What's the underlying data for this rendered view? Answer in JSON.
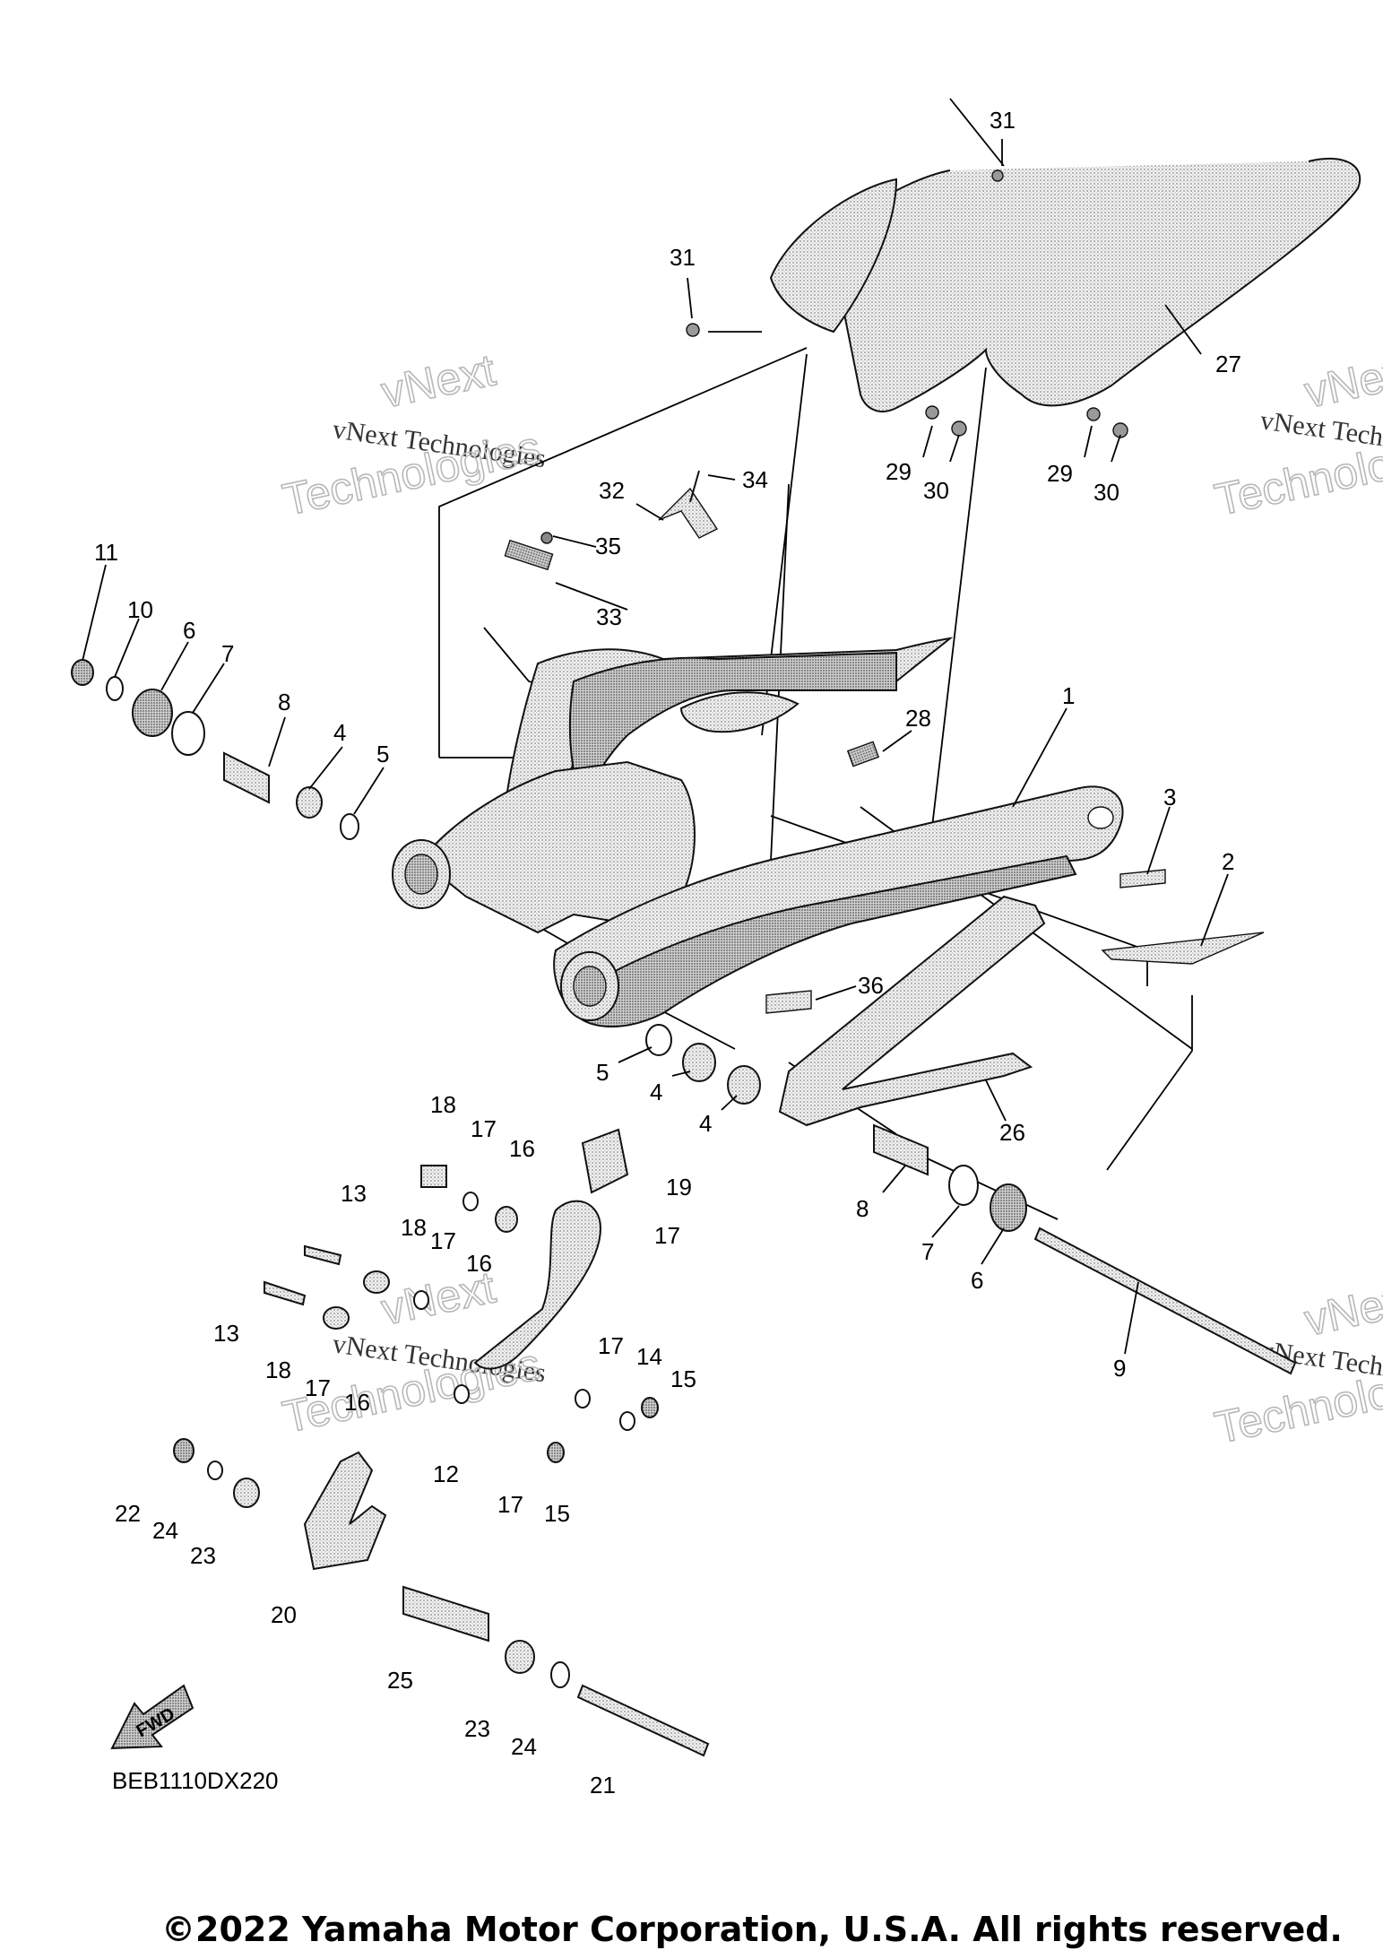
{
  "diagram": {
    "drawing_code": "BEB1110DX220",
    "direction_label": "FWD",
    "copyright": "©2022 Yamaha Motor Corporation, U.S.A. All rights reserved.",
    "watermark": {
      "line1": "vNext Technologies",
      "line2a": "vNext",
      "line2b": "Technologies"
    },
    "callouts": [
      {
        "id": "c1",
        "label": "1"
      },
      {
        "id": "c2",
        "label": "2"
      },
      {
        "id": "c3",
        "label": "3"
      },
      {
        "id": "c4a",
        "label": "4"
      },
      {
        "id": "c4b",
        "label": "4"
      },
      {
        "id": "c4c",
        "label": "4"
      },
      {
        "id": "c5a",
        "label": "5"
      },
      {
        "id": "c5b",
        "label": "5"
      },
      {
        "id": "c6a",
        "label": "6"
      },
      {
        "id": "c6b",
        "label": "6"
      },
      {
        "id": "c7a",
        "label": "7"
      },
      {
        "id": "c7b",
        "label": "7"
      },
      {
        "id": "c8a",
        "label": "8"
      },
      {
        "id": "c8b",
        "label": "8"
      },
      {
        "id": "c9",
        "label": "9"
      },
      {
        "id": "c10",
        "label": "10"
      },
      {
        "id": "c11",
        "label": "11"
      },
      {
        "id": "c12",
        "label": "12"
      },
      {
        "id": "c13a",
        "label": "13"
      },
      {
        "id": "c13b",
        "label": "13"
      },
      {
        "id": "c14",
        "label": "14"
      },
      {
        "id": "c15a",
        "label": "15"
      },
      {
        "id": "c15b",
        "label": "15"
      },
      {
        "id": "c16a",
        "label": "16"
      },
      {
        "id": "c16b",
        "label": "16"
      },
      {
        "id": "c16c",
        "label": "16"
      },
      {
        "id": "c17a",
        "label": "17"
      },
      {
        "id": "c17b",
        "label": "17"
      },
      {
        "id": "c17c",
        "label": "17"
      },
      {
        "id": "c17d",
        "label": "17"
      },
      {
        "id": "c17e",
        "label": "17"
      },
      {
        "id": "c17f",
        "label": "17"
      },
      {
        "id": "c18a",
        "label": "18"
      },
      {
        "id": "c18b",
        "label": "18"
      },
      {
        "id": "c18c",
        "label": "18"
      },
      {
        "id": "c19",
        "label": "19"
      },
      {
        "id": "c20",
        "label": "20"
      },
      {
        "id": "c21",
        "label": "21"
      },
      {
        "id": "c22",
        "label": "22"
      },
      {
        "id": "c23a",
        "label": "23"
      },
      {
        "id": "c23b",
        "label": "23"
      },
      {
        "id": "c24a",
        "label": "24"
      },
      {
        "id": "c24b",
        "label": "24"
      },
      {
        "id": "c25",
        "label": "25"
      },
      {
        "id": "c26",
        "label": "26"
      },
      {
        "id": "c27",
        "label": "27"
      },
      {
        "id": "c28",
        "label": "28"
      },
      {
        "id": "c29a",
        "label": "29"
      },
      {
        "id": "c29b",
        "label": "29"
      },
      {
        "id": "c30a",
        "label": "30"
      },
      {
        "id": "c30b",
        "label": "30"
      },
      {
        "id": "c31a",
        "label": "31"
      },
      {
        "id": "c31b",
        "label": "31"
      },
      {
        "id": "c32",
        "label": "32"
      },
      {
        "id": "c33",
        "label": "33"
      },
      {
        "id": "c34",
        "label": "34"
      },
      {
        "id": "c35",
        "label": "35"
      },
      {
        "id": "c36",
        "label": "36"
      }
    ]
  }
}
